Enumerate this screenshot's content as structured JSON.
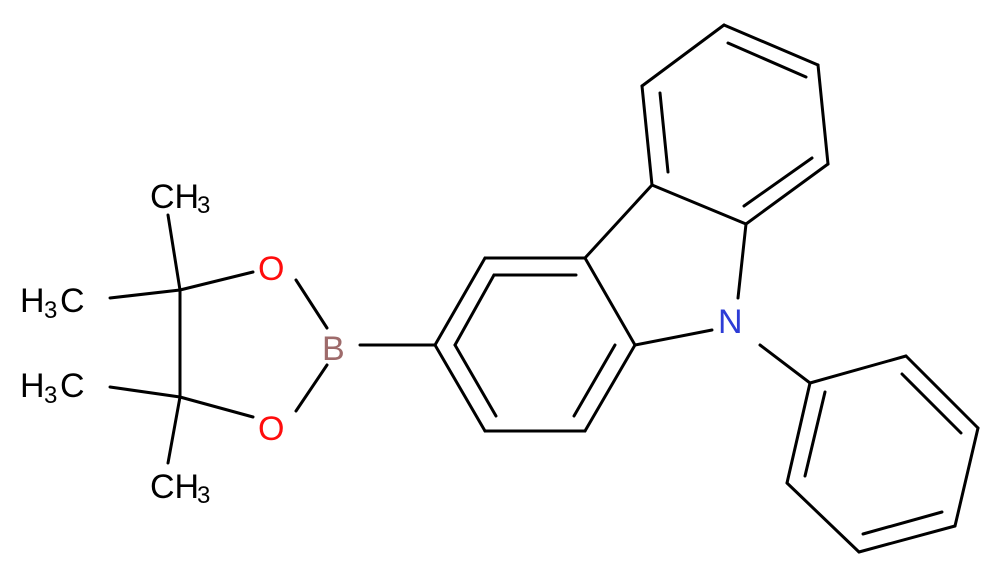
{
  "colors": {
    "carbon": "#000000",
    "oxygen": "#ff0d0d",
    "boron": "#9e6b6b",
    "nitrogen": "#2d3cd6"
  },
  "atoms": {
    "O1": "O",
    "O2": "O",
    "B": "B",
    "N": "N"
  },
  "methyls": {
    "m1": {
      "main": "CH",
      "sub": "3"
    },
    "m2": {
      "main": "H",
      "sub": "3",
      "tail": "C"
    },
    "m3": {
      "main": "H",
      "sub": "3",
      "tail": "C"
    },
    "m4": {
      "main": "CH",
      "sub": "3"
    }
  }
}
